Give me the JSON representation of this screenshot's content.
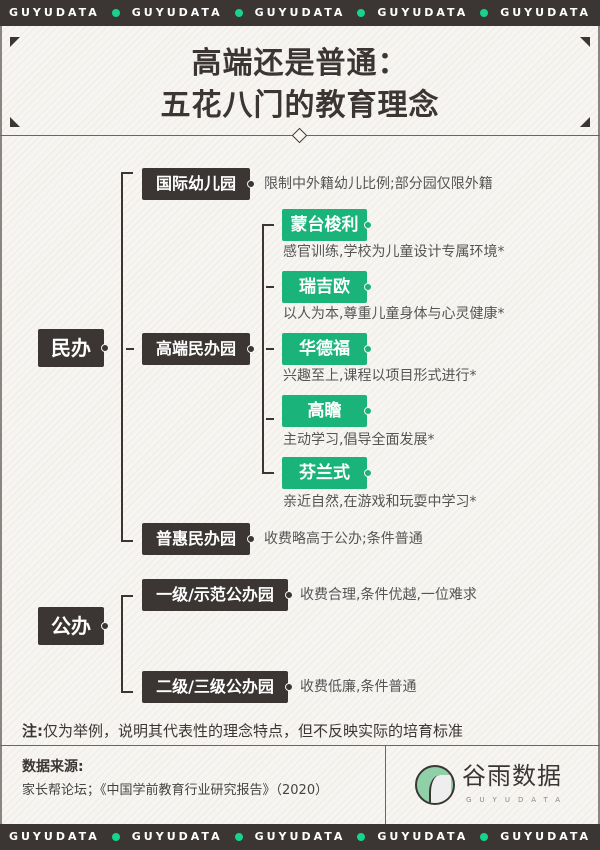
{
  "band_text": "GUYUDATA",
  "title": {
    "line1": "高端还是普通：",
    "line2": "五花八门的教育理念"
  },
  "tree": {
    "private": {
      "label": "民办",
      "international": {
        "label": "国际幼儿园",
        "desc": "限制中外籍幼儿比例;部分园仅限外籍"
      },
      "highend": {
        "label": "高端民办园",
        "items": [
          {
            "label": "蒙台梭利",
            "desc": "感官训练,学校为儿童设计专属环境*"
          },
          {
            "label": "瑞吉欧",
            "desc": "以人为本,尊重儿童身体与心灵健康*"
          },
          {
            "label": "华德福",
            "desc": "兴趣至上,课程以项目形式进行*"
          },
          {
            "label": "高瞻",
            "desc": "主动学习,倡导全面发展*"
          },
          {
            "label": "芬兰式",
            "desc": "亲近自然,在游戏和玩耍中学习*"
          }
        ]
      },
      "affordable": {
        "label": "普惠民办园",
        "desc": "收费略高于公办;条件普通"
      }
    },
    "public": {
      "label": "公办",
      "tier1": {
        "label": "一级/示范公办园",
        "desc": "收费合理,条件优越,一位难求"
      },
      "tier2": {
        "label": "二级/三级公办园",
        "desc": "收费低廉,条件普通"
      }
    }
  },
  "note": {
    "prefix": "注:",
    "text": "仅为举例，说明其代表性的理念特点，但不反映实际的培育标准"
  },
  "source": {
    "label": "数据来源:",
    "text": "家长帮论坛；《中国学前教育行业研究报告》（2020）"
  },
  "logo": {
    "name": "谷雨数据",
    "sub": "GUYUDATA"
  },
  "colors": {
    "dark": "#3b3634",
    "green": "#1ab37a",
    "accent_dot": "#17d38b"
  }
}
